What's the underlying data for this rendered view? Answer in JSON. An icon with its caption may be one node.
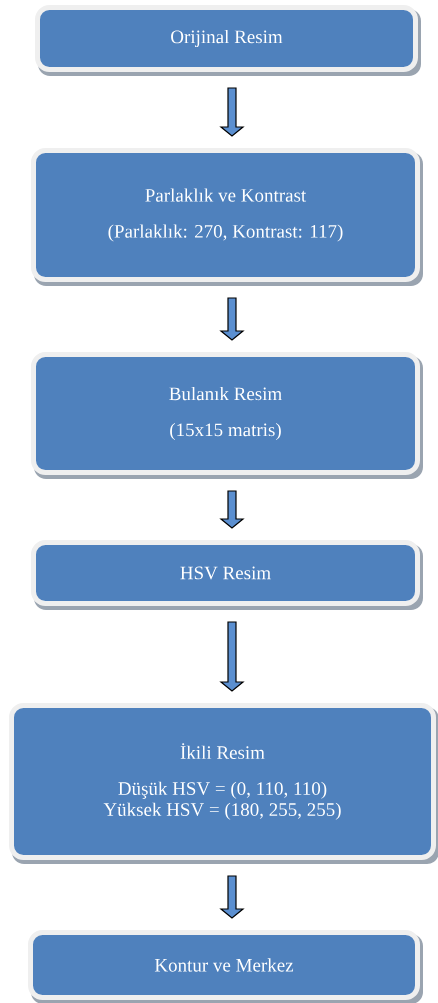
{
  "diagram": {
    "nodes": [
      {
        "text": [
          "Orijinal Resim"
        ]
      },
      {
        "text": [
          "Parlaklık ve Kontrast",
          "(Parlaklık: 270, Kontrast: 117)"
        ]
      },
      {
        "text": [
          "Bulanık Resim",
          "(15x15 matris)"
        ]
      },
      {
        "text": [
          "HSV Resim"
        ]
      },
      {
        "text": [
          "İkili Resim",
          "Düşük HSV = (0, 110, 110)",
          "Yüksek HSV = (180, 255, 255)"
        ]
      },
      {
        "text": [
          "Kontur ve Merkez"
        ]
      }
    ],
    "edges": [
      {
        "from": 0,
        "to": 1,
        "arrow": "to"
      },
      {
        "from": 1,
        "to": 2,
        "arrow": "to"
      },
      {
        "from": 2,
        "to": 3,
        "arrow": "to"
      },
      {
        "from": 3,
        "to": 4,
        "arrow": "to"
      },
      {
        "from": 4,
        "to": 5,
        "arrow": "to"
      }
    ]
  }
}
